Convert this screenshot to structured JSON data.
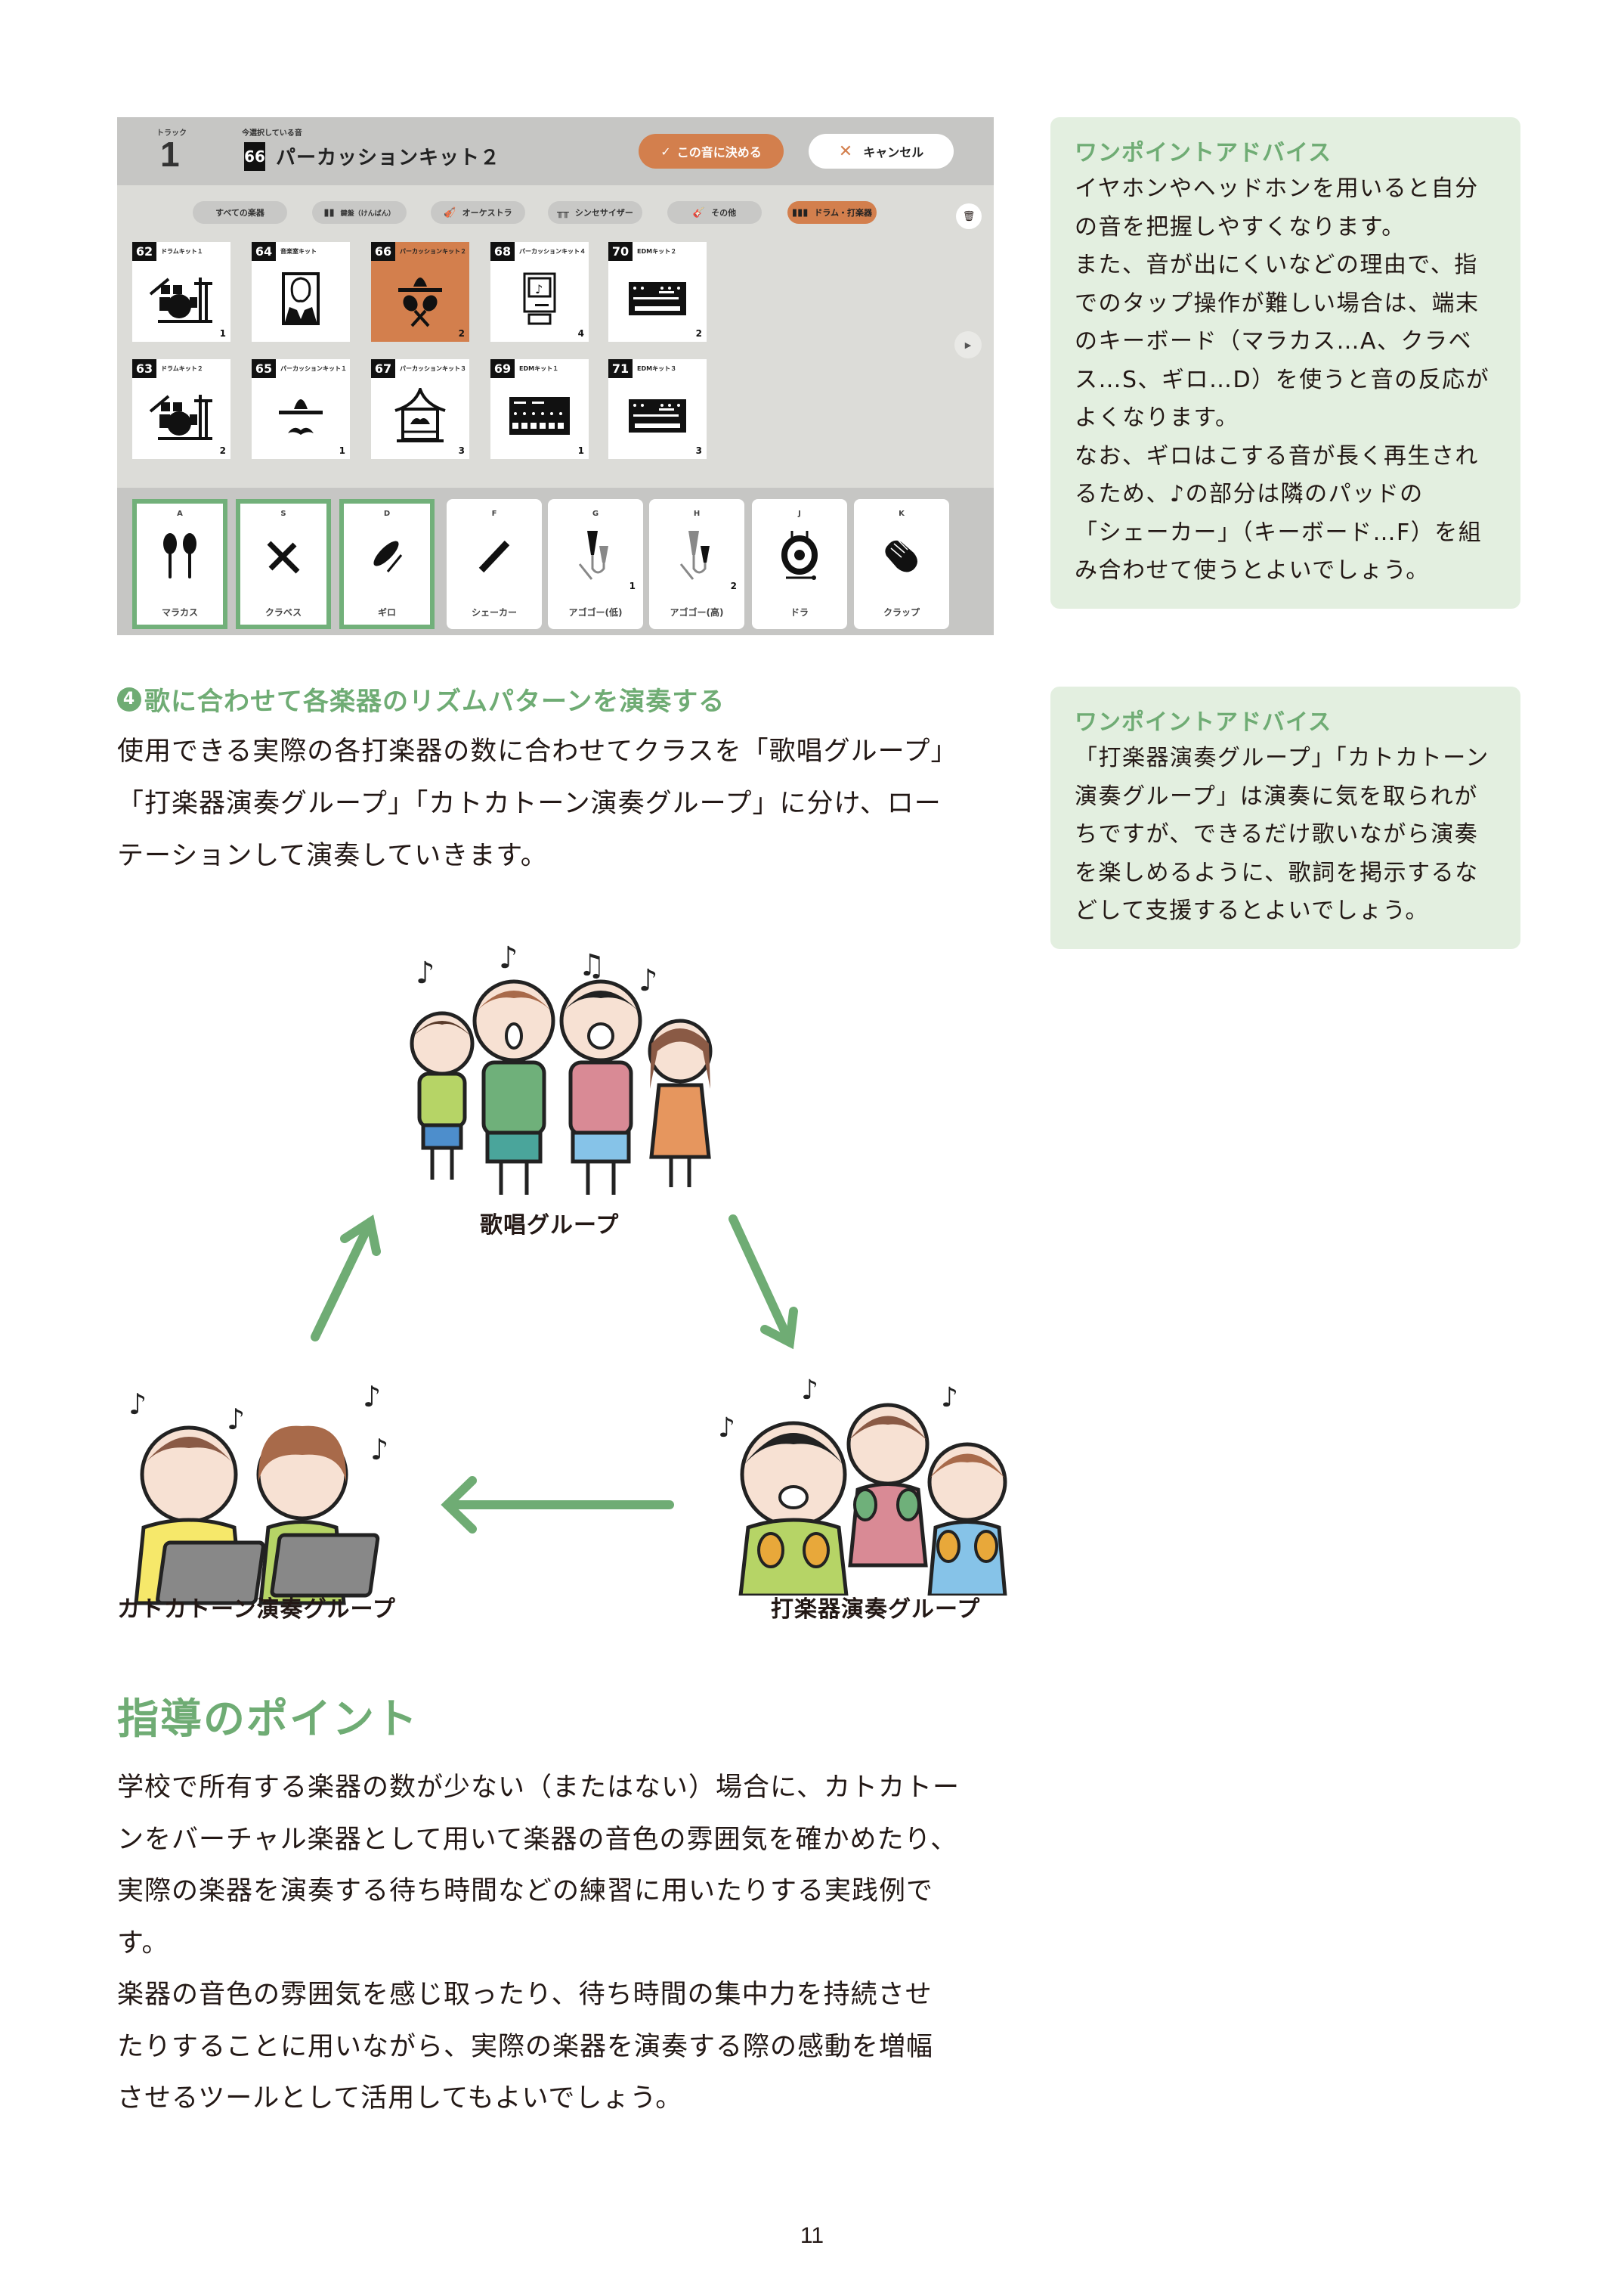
{
  "app": {
    "header": {
      "track_label": "トラック",
      "track_number": "1",
      "current_label": "今選択している音",
      "current_number": "66",
      "current_name": "パーカッションキット２",
      "confirm_label": "この音に決める",
      "cancel_label": "キャンセル"
    },
    "filters": [
      {
        "label": "すべての楽器",
        "icon": "none",
        "active": false
      },
      {
        "label": "鍵盤（けんばん）",
        "icon": "piano-keys-icon",
        "active": false
      },
      {
        "label": "オーケストラ",
        "icon": "violin-icon",
        "active": false
      },
      {
        "label": "シンセサイザー",
        "icon": "synth-icon",
        "active": false
      },
      {
        "label": "その他",
        "icon": "guitar-icon",
        "active": false
      },
      {
        "label": "ドラム・打楽器",
        "icon": "drum-pads-icon",
        "active": true
      }
    ],
    "kits": [
      {
        "number": "62",
        "name": "ドラムキット１",
        "count": "1",
        "icon": "drum-kit-icon",
        "active": false
      },
      {
        "number": "64",
        "name": "音楽室キット",
        "count": "",
        "icon": "portrait-icon",
        "active": false
      },
      {
        "number": "66",
        "name": "パーカッションキット２",
        "count": "2",
        "icon": "sombrero-maracas-icon",
        "active": true
      },
      {
        "number": "68",
        "name": "パーカッションキット４",
        "count": "4",
        "icon": "computer-music-icon",
        "active": false
      },
      {
        "number": "70",
        "name": "EDMキット２",
        "count": "2",
        "icon": "drum-machine-icon",
        "active": false
      },
      {
        "number": "63",
        "name": "ドラムキット２",
        "count": "2",
        "icon": "drum-kit-icon",
        "active": false
      },
      {
        "number": "65",
        "name": "パーカッションキット１",
        "count": "1",
        "icon": "sombrero-mustache-icon",
        "active": false
      },
      {
        "number": "67",
        "name": "パーカッションキット３",
        "count": "3",
        "icon": "pagoda-icon",
        "active": false
      },
      {
        "number": "69",
        "name": "EDMキット１",
        "count": "1",
        "icon": "sequencer-icon",
        "active": false
      },
      {
        "number": "71",
        "name": "EDMキット３",
        "count": "3",
        "icon": "drum-machine-icon",
        "active": false
      }
    ],
    "pads": [
      {
        "key": "A",
        "name": "マラカス",
        "count": "",
        "icon": "maracas-icon",
        "selected": true
      },
      {
        "key": "S",
        "name": "クラベス",
        "count": "",
        "icon": "claves-icon",
        "selected": true
      },
      {
        "key": "D",
        "name": "ギロ",
        "count": "",
        "icon": "guiro-icon",
        "selected": true
      },
      {
        "key": "F",
        "name": "シェーカー",
        "count": "",
        "icon": "shaker-icon",
        "selected": false
      },
      {
        "key": "G",
        "name": "アゴゴー(低)",
        "count": "1",
        "icon": "agogo-low-icon",
        "selected": false
      },
      {
        "key": "H",
        "name": "アゴゴー(高)",
        "count": "2",
        "icon": "agogo-high-icon",
        "selected": false
      },
      {
        "key": "J",
        "name": "ドラ",
        "count": "",
        "icon": "gong-icon",
        "selected": false
      },
      {
        "key": "K",
        "name": "クラップ",
        "count": "",
        "icon": "clap-icon",
        "selected": false
      }
    ]
  },
  "advice": [
    {
      "title": "ワンポイントアドバイス",
      "lines": [
        "イヤホンやヘッドホンを用いると自分",
        "の音を把握しやすくなります。",
        "また、音が出にくいなどの理由で、指",
        "でのタップ操作が難しい場合は、端末",
        "のキーボード（マラカス…A、クラベ",
        "ス…S、ギロ…D）を使うと音の反応が",
        "よくなります。",
        "なお、ギロはこする音が長く再生され",
        "るため、♪の部分は隣のパッドの",
        "「シェーカー」（キーボード…F）を組",
        "み合わせて使うとよいでしょう。"
      ]
    },
    {
      "title": "ワンポイントアドバイス",
      "lines": [
        "「打楽器演奏グループ」「カトカトーン",
        "演奏グループ」は演奏に気を取られが",
        "ちですが、できるだけ歌いながら演奏",
        "を楽しめるように、歌詞を掲示するな",
        "どして支援するとよいでしょう。"
      ]
    }
  ],
  "section4": {
    "number": "4",
    "title": "歌に合わせて各楽器のリズムパターンを演奏する",
    "lines": [
      "使用できる実際の各打楽器の数に合わせてクラスを「歌唱グループ」",
      "「打楽器演奏グループ」「カトカトーン演奏グループ」に分け、ロー",
      "テーションして演奏していきます。"
    ]
  },
  "diagram": {
    "groups": {
      "singing": "歌唱グループ",
      "percussion": "打楽器演奏グループ",
      "katokatone": "カトカトーン演奏グループ"
    },
    "arrow_color": "#6fac74"
  },
  "points": {
    "title": "指導のポイント",
    "lines": [
      "学校で所有する楽器の数が少ない（またはない）場合に、カトカトー",
      "ンをバーチャル楽器として用いて楽器の音色の雰囲気を確かめたり、",
      "実際の楽器を演奏する待ち時間などの練習に用いたりする実践例で",
      "す。",
      "楽器の音色の雰囲気を感じ取ったり、待ち時間の集中力を持続させ",
      "たりすることに用いながら、実際の楽器を演奏する際の感動を増幅",
      "させるツールとして活用してもよいでしょう。"
    ]
  },
  "page_number": "11",
  "colors": {
    "accent_green": "#6fac74",
    "accent_orange": "#d37f4d",
    "advice_bg": "#e3efe0"
  }
}
